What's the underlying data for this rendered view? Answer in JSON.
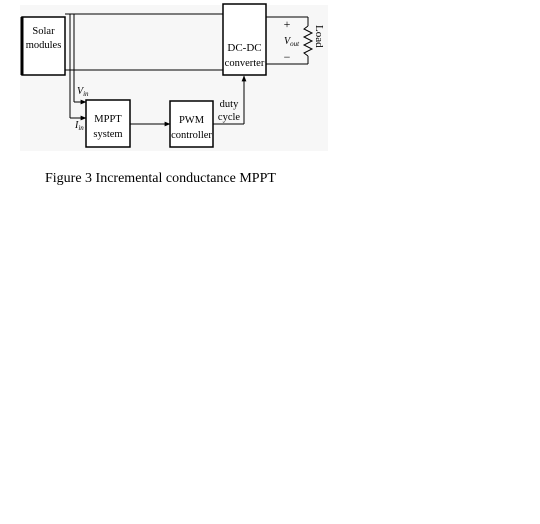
{
  "diagram": {
    "blocks": {
      "solar": [
        "Solar",
        "modules"
      ],
      "dcdc": [
        "DC-DC",
        "converter"
      ],
      "mppt": [
        "MPPT",
        "system"
      ],
      "pwm": [
        "PWM",
        "controller"
      ]
    },
    "signals": {
      "vin_main": "V",
      "vin_sub": "in",
      "iin_main": "I",
      "iin_sub": "in",
      "duty": [
        "duty",
        "cycle"
      ],
      "vout_main": "V",
      "vout_sub": "out",
      "plus": "+",
      "minus": "−",
      "load": "Load"
    }
  },
  "caption": "Figure 3 Incremental conductance MPPT"
}
